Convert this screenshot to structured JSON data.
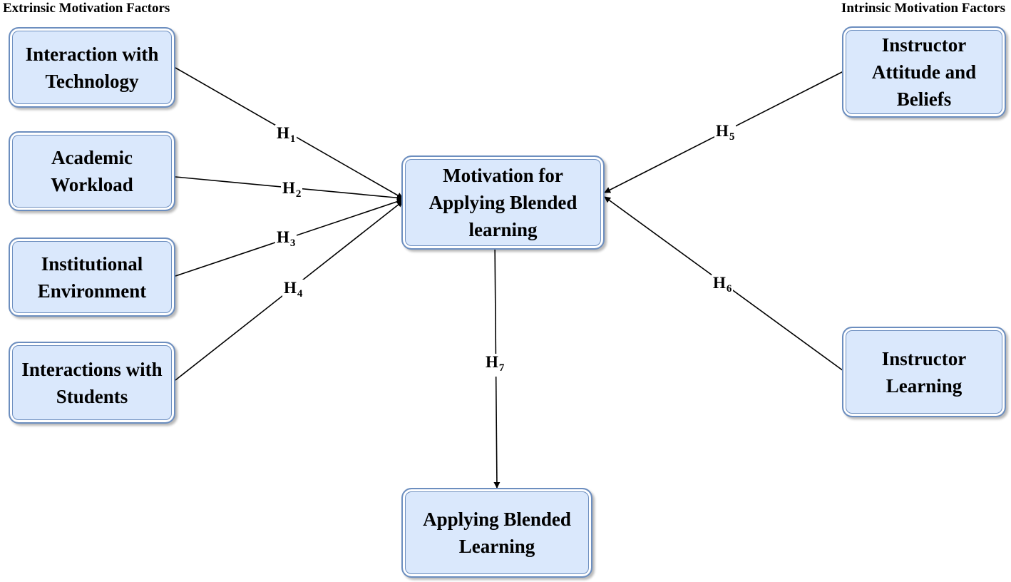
{
  "titles": {
    "extrinsic": "Extrinsic Motivation Factors",
    "intrinsic": "Intrinsic Motivation Factors"
  },
  "nodes": {
    "interaction_technology": "Interaction with\nTechnology",
    "academic_workload": "Academic\nWorkload",
    "institutional_environment": "Institutional\nEnvironment",
    "interactions_students": "Interactions with\nStudents",
    "motivation_blended": "Motivation for\nApplying Blended\nlearning",
    "applying_blended": "Applying Blended\nLearning",
    "instructor_attitude": "Instructor\nAttitude and\nBeliefs",
    "instructor_learning": "Instructor\nLearning"
  },
  "hypotheses": [
    {
      "id": "h1",
      "letter": "H",
      "num": "1"
    },
    {
      "id": "h2",
      "letter": "H",
      "num": "2"
    },
    {
      "id": "h3",
      "letter": "H",
      "num": "3"
    },
    {
      "id": "h4",
      "letter": "H",
      "num": "4"
    },
    {
      "id": "h5",
      "letter": "H",
      "num": "5"
    },
    {
      "id": "h6",
      "letter": "H",
      "num": "6"
    },
    {
      "id": "h7",
      "letter": "H",
      "num": "7"
    }
  ],
  "colors": {
    "node_fill": "#dae8fc",
    "node_border": "#6c8ebf",
    "edge": "#000000"
  }
}
